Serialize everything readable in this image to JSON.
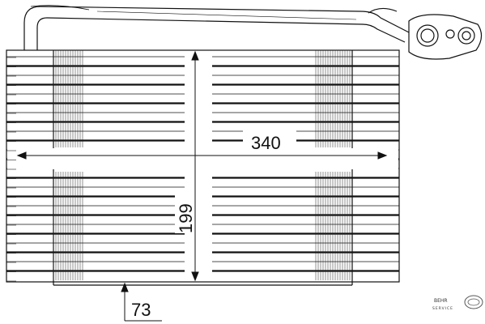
{
  "diagram": {
    "part": "evaporator",
    "dimensions": {
      "width_label": "340",
      "height_label": "199",
      "depth_label": "73"
    },
    "logo": {
      "brand_mark": "BEHR",
      "sub_text": "SERVICE",
      "emblem": "hella-oval-logo"
    }
  }
}
